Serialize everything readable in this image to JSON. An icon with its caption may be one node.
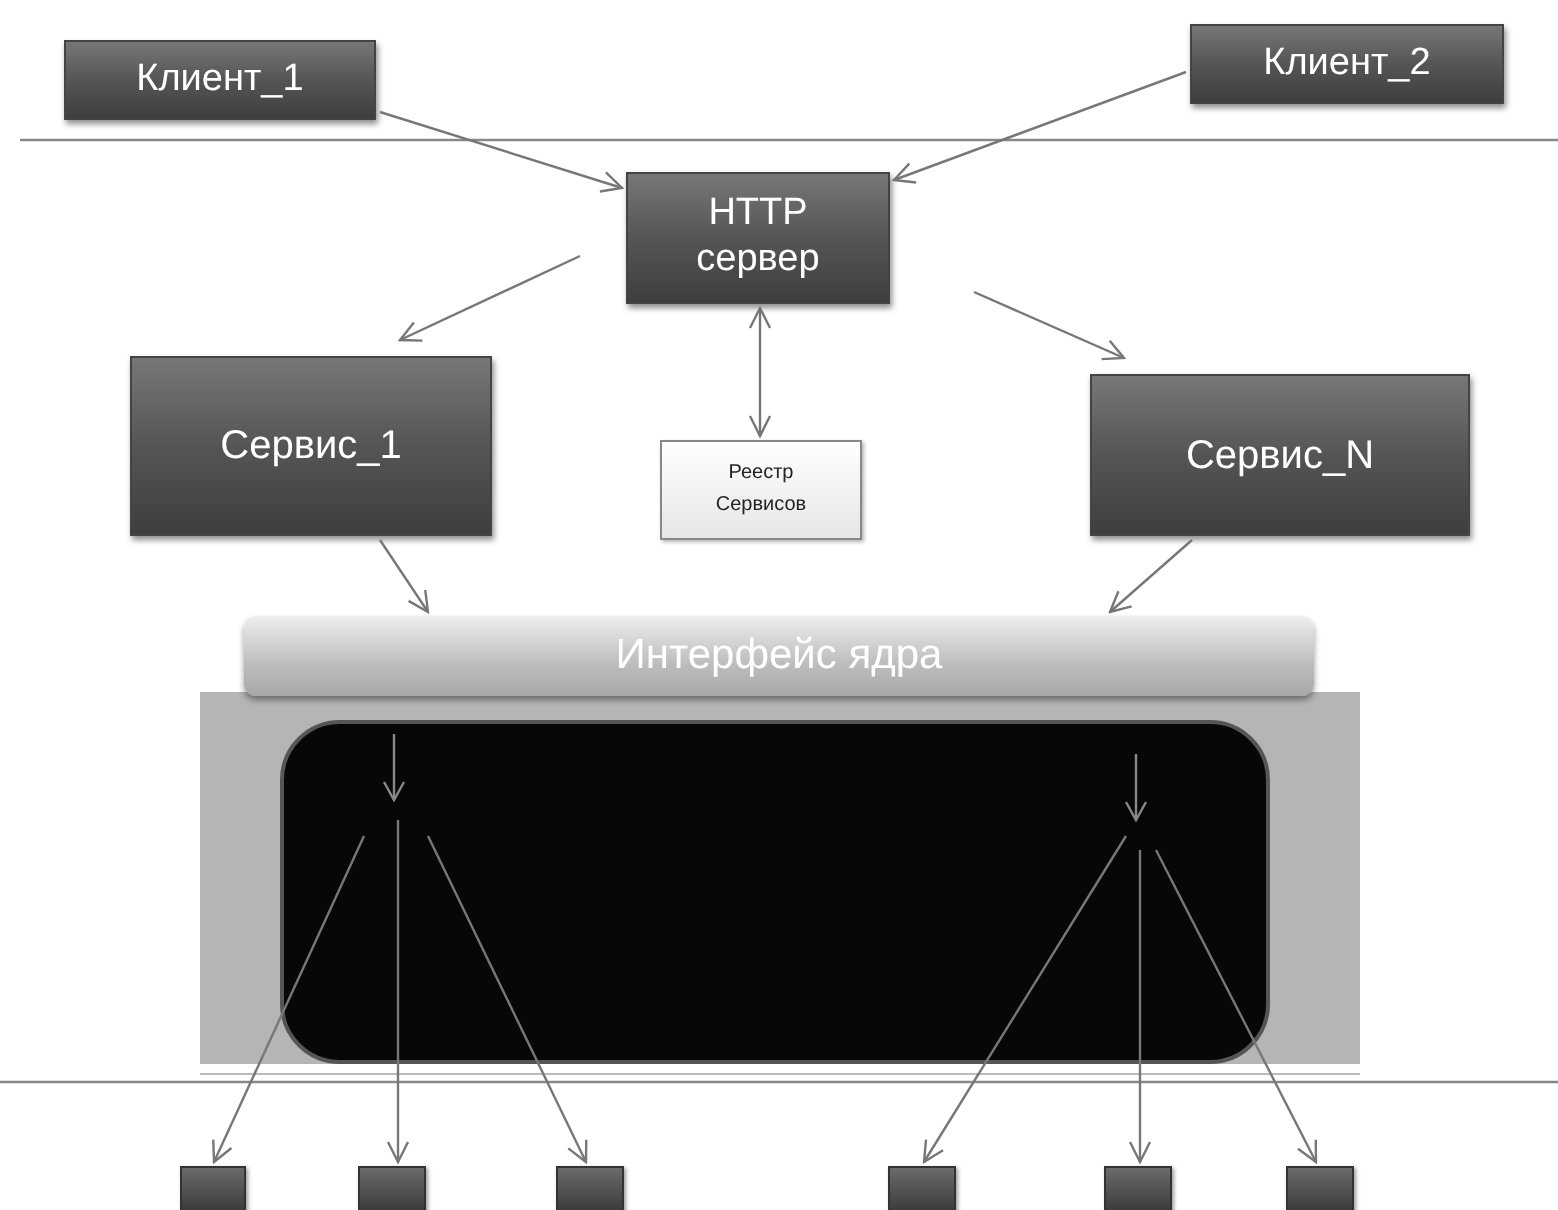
{
  "diagram": {
    "nodes": [
      {
        "text": [
          "Клиент_1"
        ]
      },
      {
        "text": [
          "Клиент_2"
        ]
      },
      {
        "text": [
          "HTTP сервер"
        ]
      },
      {
        "text": [
          "Сервис_1"
        ]
      },
      {
        "text": [
          "Реестр Сервисов"
        ]
      },
      {
        "text": [
          "Сервис_N"
        ]
      },
      {
        "text": [
          "Интерфейс ядра"
        ]
      },
      {
        "text": [],
        "shape": "box"
      },
      {
        "text": [],
        "shape": "box",
        "in": 7
      },
      {
        "text": [],
        "shape": "box"
      },
      {
        "text": [],
        "shape": "box"
      },
      {
        "text": [],
        "shape": "box"
      },
      {
        "text": [],
        "shape": "box"
      },
      {
        "text": [],
        "shape": "box"
      },
      {
        "text": [],
        "shape": "box"
      }
    ],
    "edges": [
      {
        "from": 0,
        "to": 2,
        "arrow": "to"
      },
      {
        "from": 1,
        "to": 2,
        "arrow": "to"
      },
      {
        "from": 2,
        "to": 3,
        "arrow": "to"
      },
      {
        "from": 2,
        "to": 5,
        "arrow": "to"
      },
      {
        "from": 2,
        "to": 4,
        "arrow": "both"
      },
      {
        "from": 3,
        "to": 6,
        "arrow": "to"
      },
      {
        "from": 5,
        "to": 6,
        "arrow": "to"
      },
      {
        "from": 8,
        "to": 9,
        "arrow": "to"
      },
      {
        "from": 8,
        "to": 10,
        "arrow": "to"
      },
      {
        "from": 8,
        "to": 11,
        "arrow": "to"
      },
      {
        "from": 8,
        "to": 12,
        "arrow": "to"
      },
      {
        "from": 8,
        "to": 13,
        "arrow": "to"
      },
      {
        "from": 8,
        "to": 14,
        "arrow": "to"
      }
    ]
  }
}
